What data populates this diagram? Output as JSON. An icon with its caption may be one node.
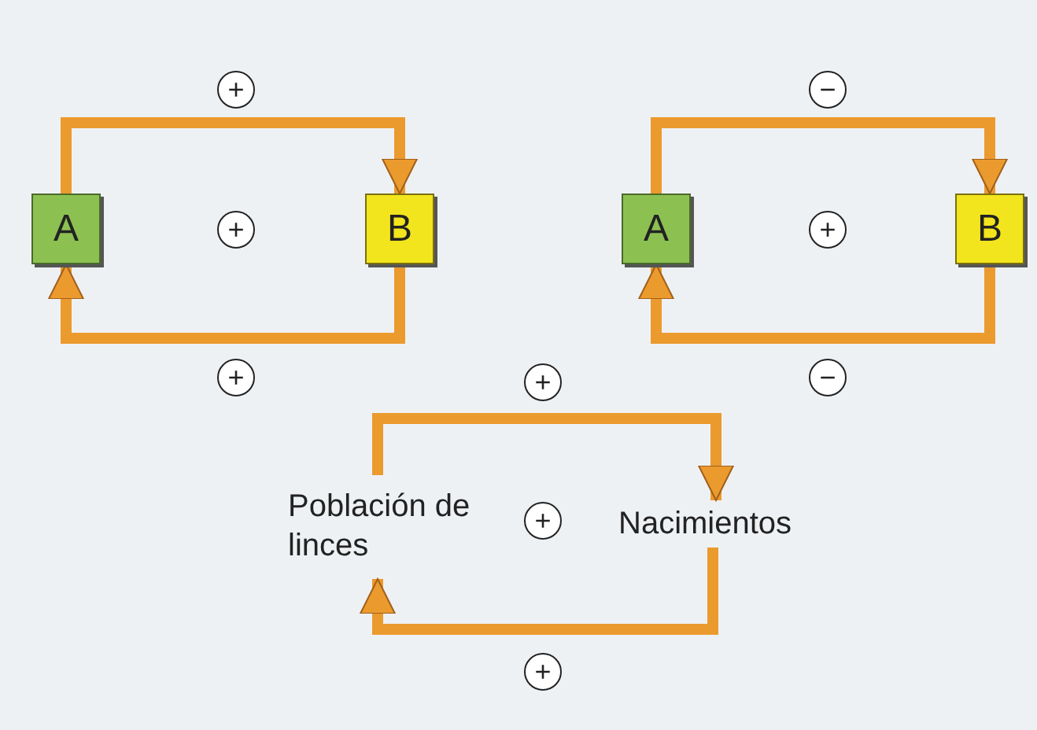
{
  "diagram": {
    "nodes": [
      {
        "text": [
          "A"
        ]
      },
      {
        "text": [
          "B"
        ]
      },
      {
        "text": [
          "A"
        ]
      },
      {
        "text": [
          "B"
        ]
      },
      {
        "text": [
          "Población de linces"
        ]
      },
      {
        "text": [
          "Nacimientos"
        ]
      }
    ],
    "edges": [
      {
        "from": 0,
        "to": 1,
        "arrow": "to",
        "label": "+"
      },
      {
        "from": 1,
        "to": 0,
        "arrow": "to",
        "label": "+"
      },
      {
        "from": 2,
        "to": 3,
        "arrow": "to",
        "label": "−"
      },
      {
        "from": 3,
        "to": 2,
        "arrow": "to",
        "label": "−"
      },
      {
        "from": 4,
        "to": 5,
        "arrow": "to",
        "label": "+"
      },
      {
        "from": 5,
        "to": 4,
        "arrow": "to",
        "label": "+"
      }
    ],
    "labels": [
      "+",
      "+",
      "+"
    ]
  }
}
